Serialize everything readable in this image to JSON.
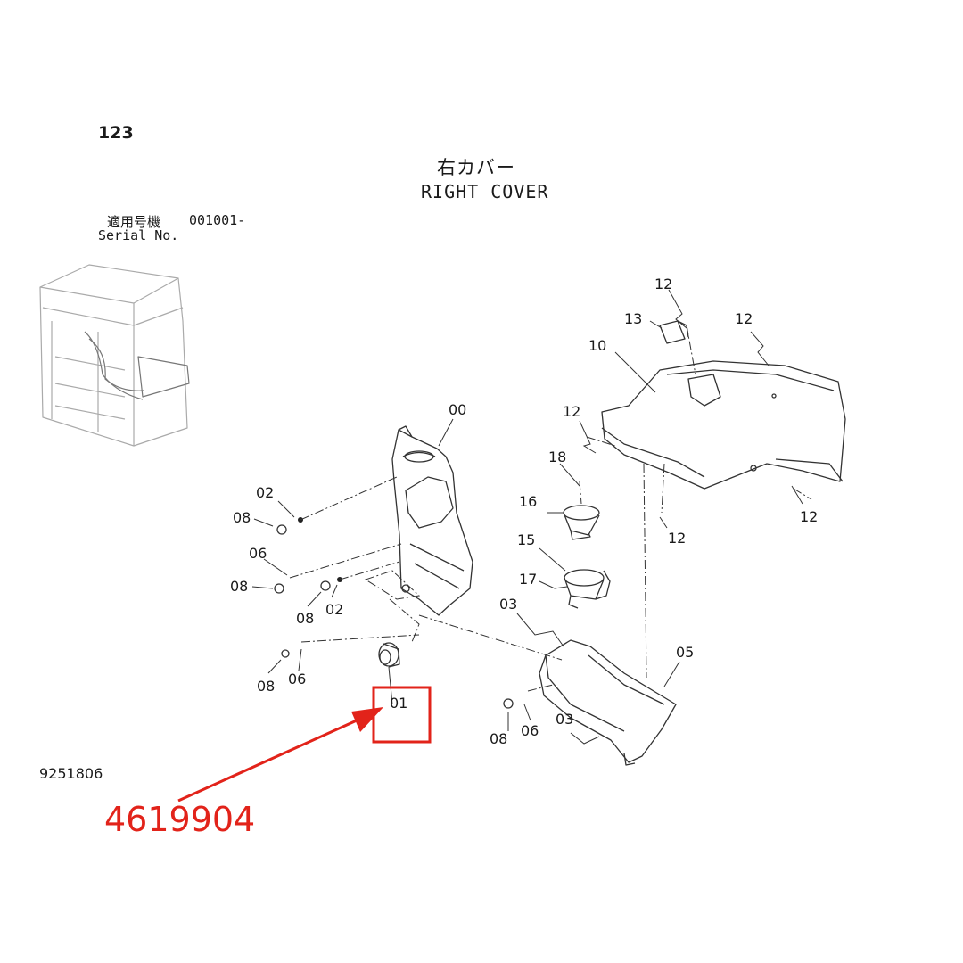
{
  "header": {
    "page_number": "123",
    "title_jp": "右カバー",
    "title_en": "RIGHT COVER",
    "serial_label_jp": "適用号機",
    "serial_value": "001001-",
    "serial_label_en": "Serial No."
  },
  "footer": {
    "reference_number": "9251806"
  },
  "annotation": {
    "part_number": "4619904",
    "highlighted_callout": "01",
    "highlight_color": "#e2231a"
  },
  "callouts": {
    "c00": "00",
    "c01": "01",
    "c02a": "02",
    "c02b": "02",
    "c03a": "03",
    "c03b": "03",
    "c05": "05",
    "c06a": "06",
    "c06b": "06",
    "c06c": "06",
    "c08a": "08",
    "c08b": "08",
    "c08c": "08",
    "c08d": "08",
    "c08e": "08",
    "c10": "10",
    "c12a": "12",
    "c12b": "12",
    "c12c": "12",
    "c12d": "12",
    "c12e": "12",
    "c13": "13",
    "c15": "15",
    "c16": "16",
    "c17": "17",
    "c18": "18"
  }
}
